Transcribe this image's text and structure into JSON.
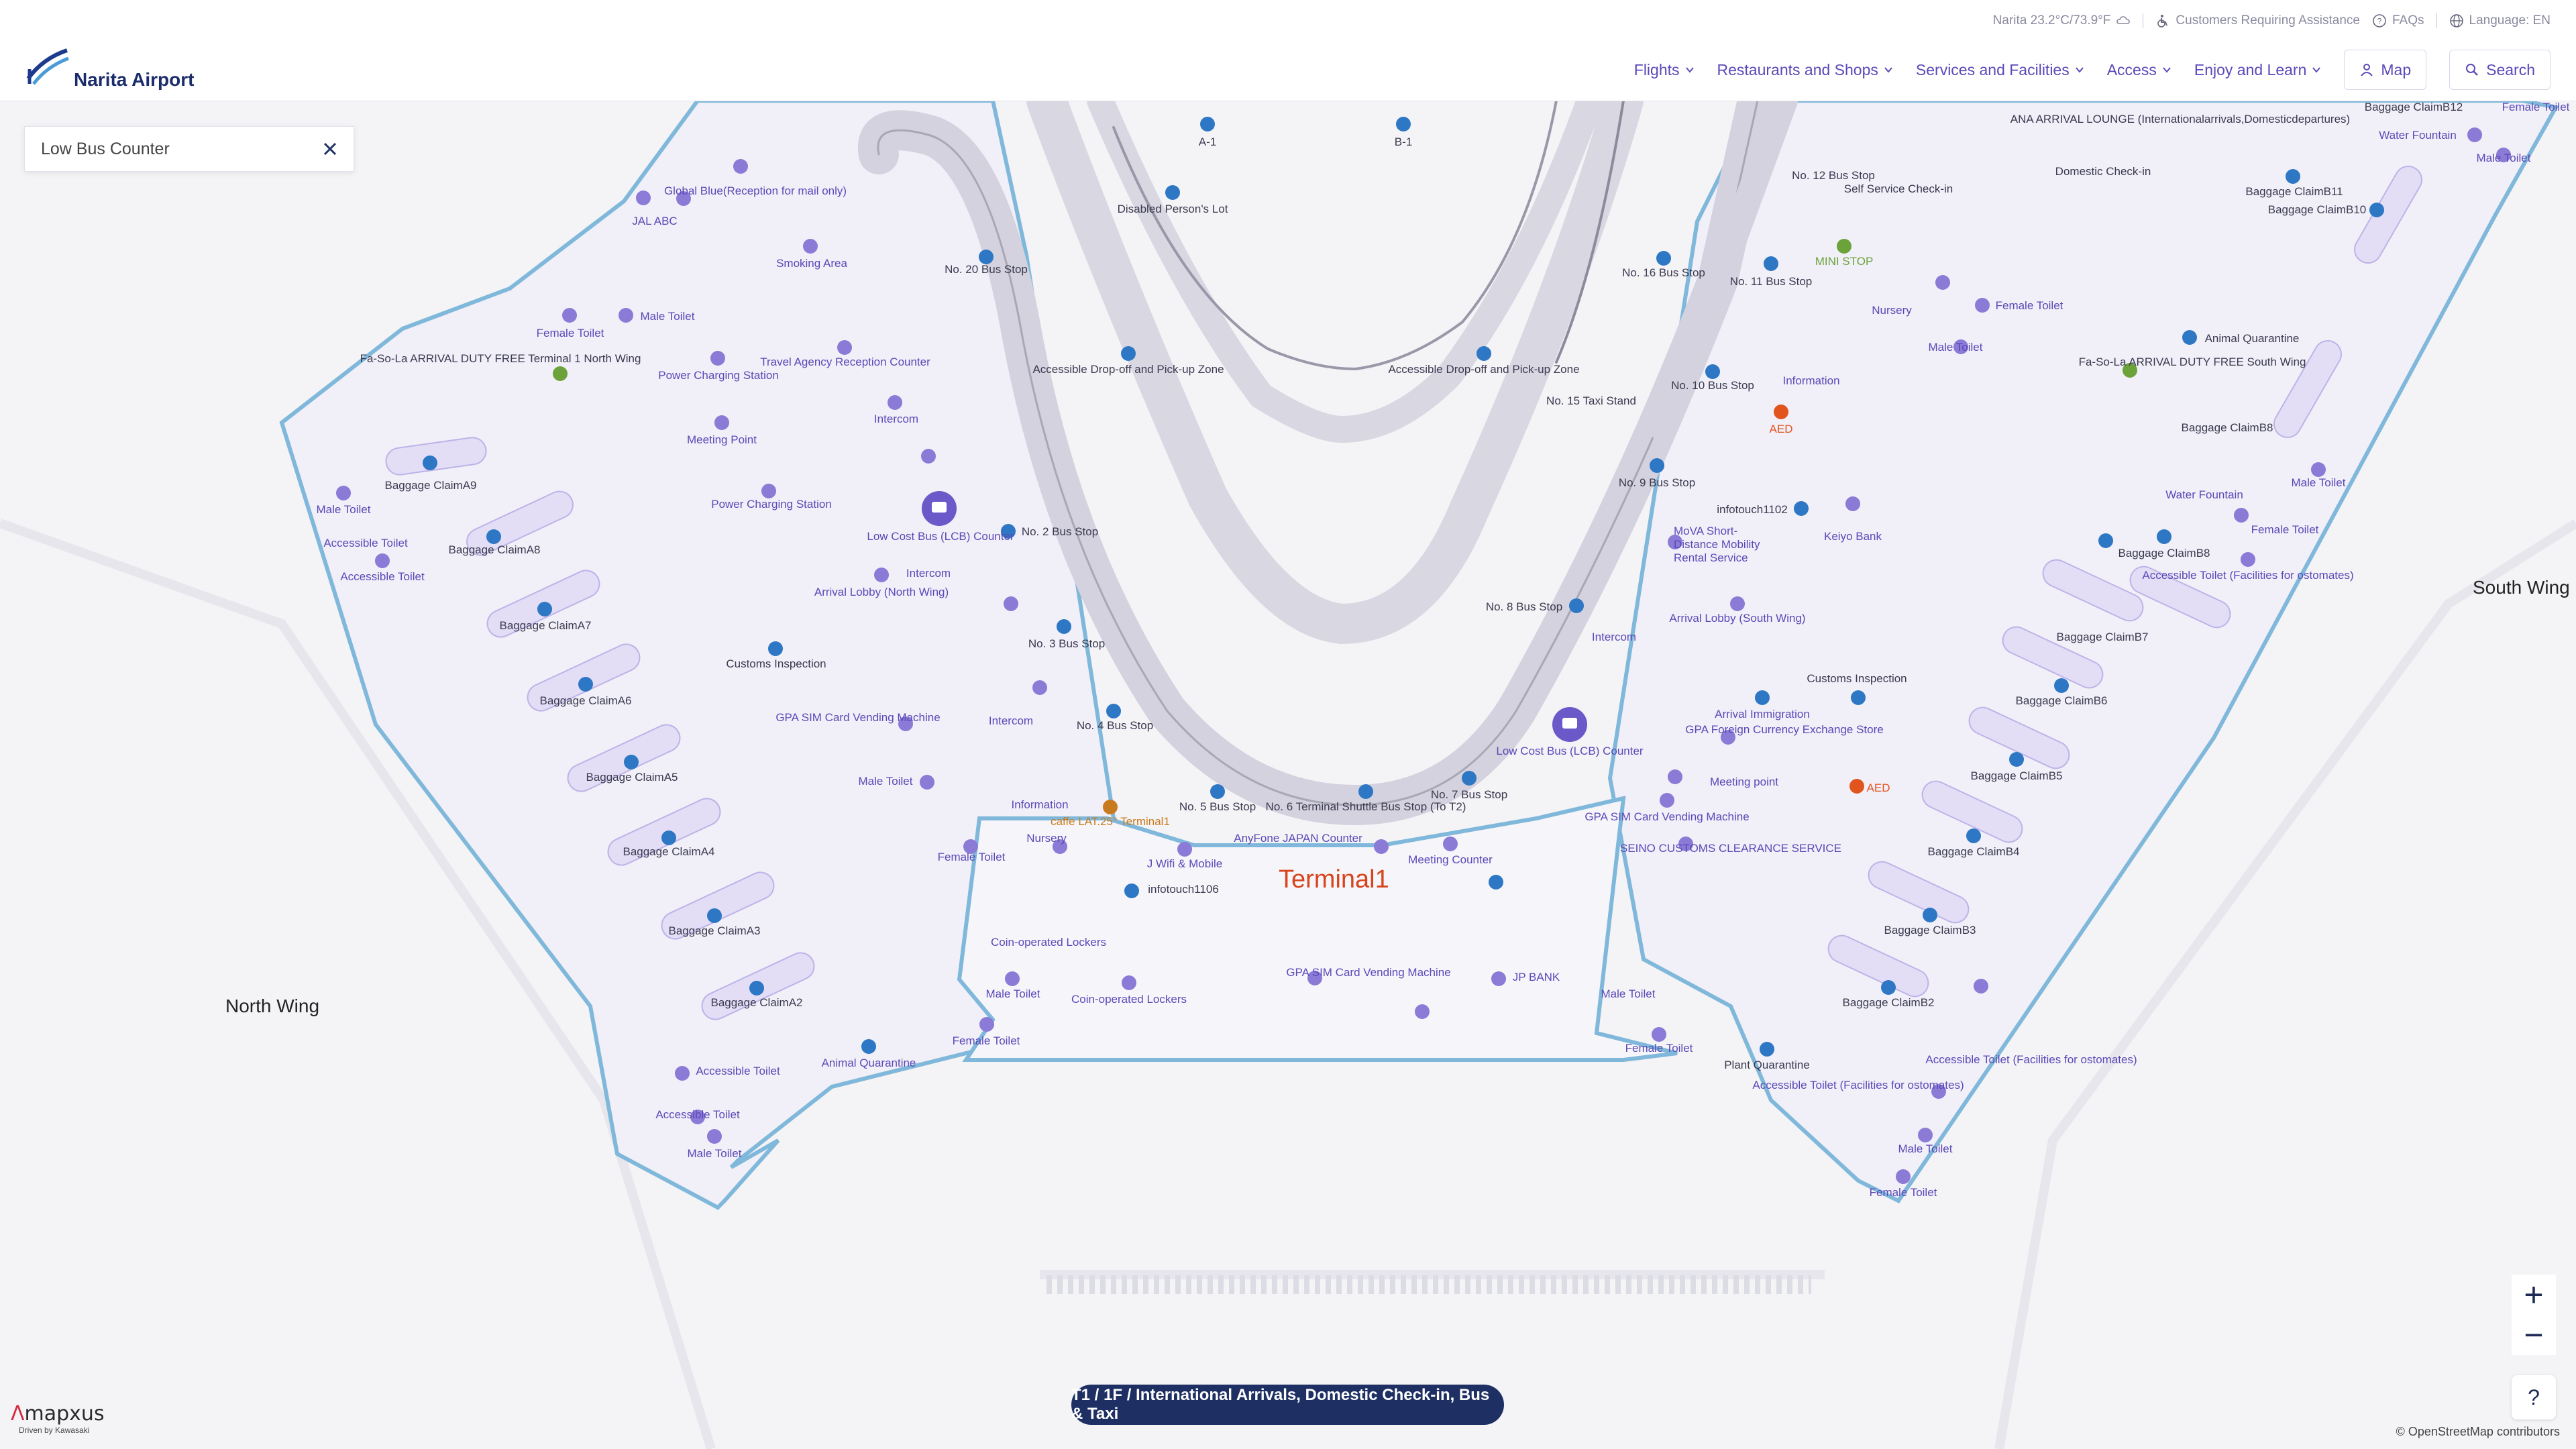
{
  "app": {
    "logo_text": "Narita Airport"
  },
  "topbar": {
    "weather": "Narita 23.2°C/73.9°F",
    "assistance": "Customers Requiring Assistance",
    "faqs": "FAQs",
    "language": "Language: EN"
  },
  "nav": {
    "items": [
      {
        "label": "Flights"
      },
      {
        "label": "Restaurants and Shops"
      },
      {
        "label": "Services and Facilities"
      },
      {
        "label": "Access"
      },
      {
        "label": "Enjoy and Learn"
      }
    ],
    "map_label": "Map",
    "search_label": "Search"
  },
  "search": {
    "value": "Low Bus Counter"
  },
  "map": {
    "terminal": "Terminal1",
    "north_wing": "North Wing",
    "south_wing": "South Wing",
    "floor_badge": "T1 / 1F / International Arrivals, Domestic Check-in, Bus & Taxi",
    "attribution": "© OpenStreetMap contributors",
    "brand": "mapxus",
    "brand_by": "Driven by Kawasaki",
    "pois_left": [
      "Global Blue(Reception for mail only)",
      "JAL ABC",
      "Smoking Area",
      "Male Toilet",
      "Female Toilet",
      "Fa-So-La ARRIVAL DUTY FREE Terminal 1 North Wing",
      "Power Charging Station",
      "Travel Agency Reception Counter",
      "Intercom",
      "Meeting Point",
      "Baggage ClaimA9",
      "Male Toilet",
      "Accessible Toilet",
      "Accessible Toilet",
      "Baggage ClaimA8",
      "Power Charging Station",
      "Low Cost Bus (LCB) Counter",
      "Arrival Lobby (North Wing)",
      "Baggage ClaimA7",
      "Customs Inspection",
      "Baggage ClaimA6",
      "GPA SIM Card Vending Machine",
      "Male Toilet",
      "Baggage ClaimA5",
      "Nursery",
      "Female Toilet",
      "Baggage ClaimA4",
      "Baggage ClaimA3",
      "Baggage ClaimA2",
      "Animal Quarantine",
      "Accessible Toilet",
      "Accessible Toilet",
      "Male Toilet",
      "Intercom",
      "Intercom",
      "Information"
    ],
    "pois_center": [
      "A-1",
      "B-1",
      "Disabled Person's Lot",
      "No. 20 Bus Stop",
      "Accessible Drop-off and Pick-up Zone",
      "Accessible Drop-off and Pick-up Zone",
      "No. 15 Taxi Stand",
      "No. 2 Bus Stop",
      "No. 3 Bus Stop",
      "No. 4 Bus Stop",
      "No. 5 Bus Stop",
      "No. 6 Terminal Shuttle Bus Stop (To T2)",
      "No. 7 Bus Stop",
      "No. 8 Bus Stop",
      "caffe LAT.25° Terminal1",
      "J Wifi & Mobile",
      "AnyFone JAPAN Counter",
      "Meeting Counter",
      "infotouch1106",
      "Coin-operated Lockers",
      "Coin-operated Lockers",
      "GPA SIM Card Vending Machine",
      "JP BANK",
      "Male Toilet",
      "Female Toilet",
      "Male Toilet",
      "Female Toilet"
    ],
    "pois_right": [
      "ANA ARRIVAL LOUNGE (Internationalarrivals,Domesticdepartures)",
      "Baggage ClaimB12",
      "Water Fountain",
      "Male Toilet",
      "Female Toilet",
      "No. 12 Bus Stop",
      "Self Service Check-in",
      "Domestic Check-in",
      "Baggage ClaimB11",
      "Baggage ClaimB10",
      "No. 16 Bus Stop",
      "No. 11 Bus Stop",
      "MINI STOP",
      "Nursery",
      "Female Toilet",
      "Male Toilet",
      "Animal Quarantine",
      "Fa-So-La ARRIVAL DUTY FREE South Wing",
      "No. 10 Bus Stop",
      "Information",
      "AED",
      "Baggage ClaimB8",
      "No. 9 Bus Stop",
      "Water Fountain",
      "Male Toilet",
      "Female Toilet",
      "infotouch1102",
      "MoVA Short-Distance Mobility Rental Service",
      "Keiyo Bank",
      "Baggage ClaimB8",
      "Accessible Toilet (Facilities for ostomates)",
      "Intercom",
      "Arrival Lobby (South Wing)",
      "Baggage ClaimB7",
      "Customs Inspection",
      "Baggage ClaimB6",
      "Arrival Immigration",
      "GPA Foreign Currency Exchange Store",
      "Low Cost Bus (LCB) Counter",
      "Meeting point",
      "AED",
      "Baggage ClaimB5",
      "GPA SIM Card Vending Machine",
      "SEINO CUSTOMS CLEARANCE SERVICE",
      "Baggage ClaimB4",
      "Baggage ClaimB3",
      "Baggage ClaimB2",
      "Plant Quarantine",
      "Accessible Toilet (Facilities for ostomates)",
      "Accessible Toilet (Facilities for ostomates)",
      "Male Toilet",
      "Female Toilet"
    ]
  },
  "controls": {
    "zoom_in": "+",
    "zoom_out": "−",
    "help": "?"
  },
  "colors": {
    "brand_navy": "#1d2f63",
    "nav_purple": "#5a49b8",
    "poi_purple": "#6b58c9",
    "terminal_label": "#d8441b",
    "map_bg": "#f4f3f6",
    "outline_blue": "#8fc4e0"
  }
}
